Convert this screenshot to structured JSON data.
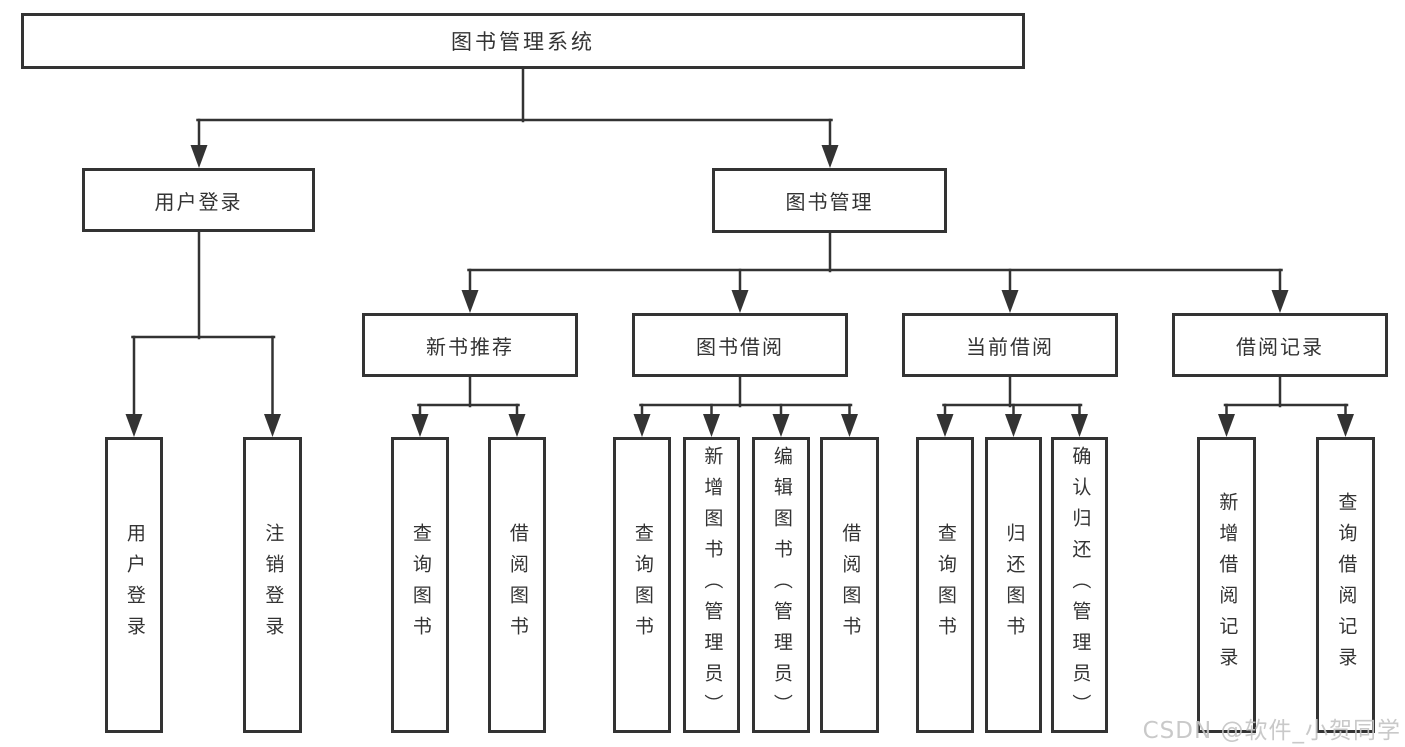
{
  "diagram": {
    "nodes": {
      "root": "图书管理系统",
      "user_login": "用户登录",
      "book_management": "图书管理",
      "new_book_recommend": "新书推荐",
      "book_borrow": "图书借阅",
      "current_borrow": "当前借阅",
      "borrow_records": "借阅记录"
    },
    "leaves": [
      "用户登录",
      "注销登录",
      "查询图书",
      "借阅图书",
      "查询图书",
      "新增图书（管理员）",
      "编辑图书（管理员）",
      "借阅图书",
      "查询图书",
      "归还图书",
      "确认归还（管理员）",
      "新增借阅记录",
      "查询借阅记录"
    ],
    "watermark": "CSDN @软件_小贺同学",
    "colors": {
      "line": "#333333",
      "text": "#333333",
      "watermark": "#c5c5c5",
      "background": "#ffffff"
    }
  }
}
